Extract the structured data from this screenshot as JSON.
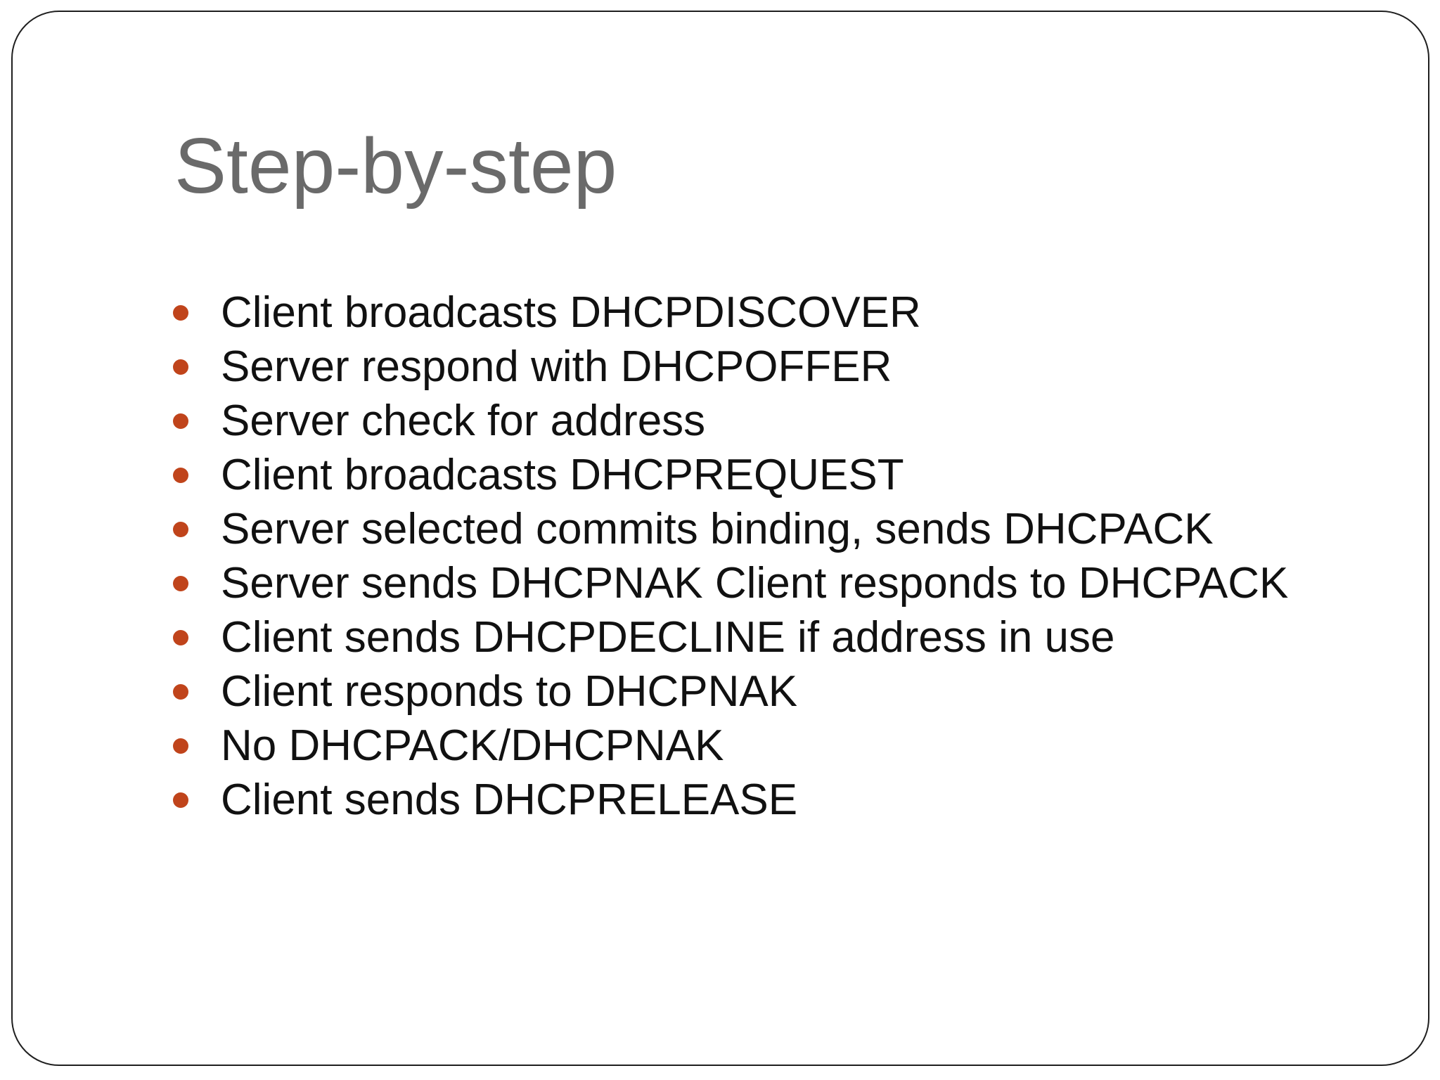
{
  "slide": {
    "title": "Step-by-step",
    "bullets": [
      "Client broadcasts DHCPDISCOVER",
      "Server respond with DHCPOFFER",
      "Server check for address",
      "Client broadcasts DHCPREQUEST",
      "Server selected commits binding, sends DHCPACK",
      "Server sends DHCPNAK Client responds to DHCPACK",
      "Client sends DHCPDECLINE if address in use",
      "Client responds to DHCPNAK",
      "No DHCPACK/DHCPNAK",
      "Client sends DHCPRELEASE"
    ]
  },
  "colors": {
    "background": "#ffffff",
    "border": "#1f1f1f",
    "title": "#6a6a6a",
    "body_text": "#111111",
    "bullet": "#c0441b"
  }
}
